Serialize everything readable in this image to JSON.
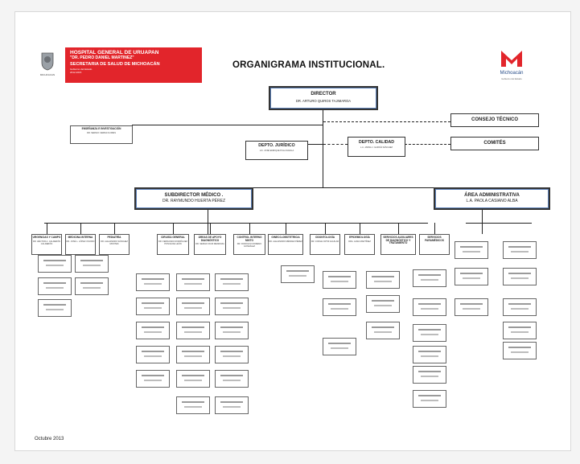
{
  "header": {
    "hospital_line1": "HOSPITAL GENERAL DE URUAPAN",
    "hospital_line2": "\"DR. PEDRO DANIEL MARTINEZ\"",
    "secretaria": "SECRETARIA DE SALUD DE MICHOACÁN",
    "small1": "Gobierno del Estado",
    "small2": "2012-2015",
    "emblem_caption": "MICHOACAN",
    "title": "ORGANIGRAMA INSTITUCIONAL.",
    "right_logo_name": "Michoacán",
    "right_logo_sub": "Gobierno del Estado"
  },
  "director": {
    "title": "DIRECTOR",
    "name": "DR. ARTURO QUIROS TAJIMAROA"
  },
  "consejo": "CONSEJO TÉCNICO",
  "comites": "COMITÉS",
  "calidad": {
    "title": "DEPTO. CALIDAD",
    "name": "L.A. JANNA J. GARCÍA SÁNCHEZ"
  },
  "juridico": {
    "title": "DEPTO. JURÍDICO",
    "name": "LIC. JOSÉ ENRIQUE PULA ZAVALA"
  },
  "ensenanza": {
    "title": "ENSEÑANZA E INVESTIGACIÓN",
    "name": "DR. SERGIO CERDA FLORES"
  },
  "subdirector": {
    "title": "SUBDIRECTOR MÉDICO .",
    "name": "DR. RAYMUNDO HUERTA PÉREZ"
  },
  "admin": {
    "title": "ÁREA ADMINISTRATIVA",
    "name": "L.A. PAOLA CASIANO ALBA"
  },
  "row1": [
    {
      "t": "URGENCIAS Y CAMPO",
      "n": "DR. HÉCTOR A. CALDERÓN CALDERÓN"
    },
    {
      "t": "MEDICINA INTERNA",
      "n": "DR. JOSÉ L. LÓPEZ OSORIO"
    },
    {
      "t": "PEDIATRÍA",
      "n": "DR. ALEJANDRO SÁNCHEZ MONTES"
    },
    {
      "t": "CIRUGÍA GENERAL",
      "n": "DR. FERNANDO RODRÍGUEZ PONCE DE LEÓN"
    },
    {
      "t": "ÁREAS DE APOYO DIAGNÓSTICO",
      "n": "DR. SERGIO RUIZ MENDOZA"
    },
    {
      "t": "CONTROL INTERNO MIXTO",
      "n": "DR. RODOLFO MORENO GONZÁLEZ"
    },
    {
      "t": "GINECO-OBSTETRICIA",
      "n": "DR. ALEJANDRO MÉNDEZ PÉREZ"
    },
    {
      "t": "ODONTOLOGÍA",
      "n": "DR. JORGE ORTIZ AGUILAR"
    },
    {
      "t": "EPIDEMIOLOGÍA",
      "n": "DRA. ALMA MARTÍNEZ"
    },
    {
      "t": "SERVICIOS AUXILIARES DE DIAGNÓSTICO Y TRATAMIENTO",
      "n": ""
    },
    {
      "t": "SERVICIOS PARAMÉDICOS",
      "n": ""
    }
  ],
  "footer": {
    "date": "Octubre 2013"
  }
}
